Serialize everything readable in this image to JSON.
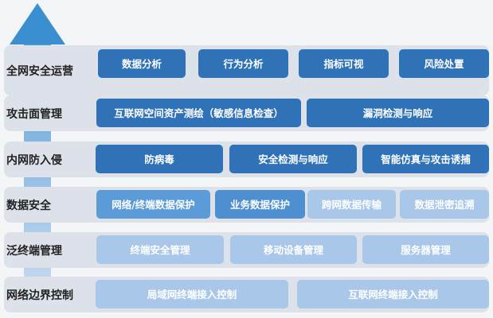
{
  "colors": {
    "dark": "#2f72b8",
    "medium": "#5b9bd7",
    "light": "#a8c7e9",
    "arrow": "#3a8fd0",
    "row_bg": "#dde2ea"
  },
  "layers": [
    {
      "label": "全网安全运营",
      "items": [
        "数据分析",
        "行为分析",
        "指标可视",
        "风险处置"
      ]
    },
    {
      "label": "攻击面管理",
      "items": [
        "互联网空间资产测绘（敏感信息检查）",
        "漏洞检测与响应"
      ]
    },
    {
      "label": "内网防入侵",
      "items": [
        "防病毒",
        "安全检测与响应",
        "智能仿真与攻击诱捕"
      ]
    },
    {
      "label": "数据安全",
      "items": [
        "网络/终端数据保护",
        "业务数据保护",
        "跨网数据传输",
        "数据泄密追溯"
      ]
    },
    {
      "label": "泛终端管理",
      "items": [
        "终端安全管理",
        "移动设备管理",
        "服务器管理"
      ]
    },
    {
      "label": "网络边界控制",
      "items": [
        "局域网终端接入控制",
        "互联网终端接入控制"
      ]
    }
  ]
}
